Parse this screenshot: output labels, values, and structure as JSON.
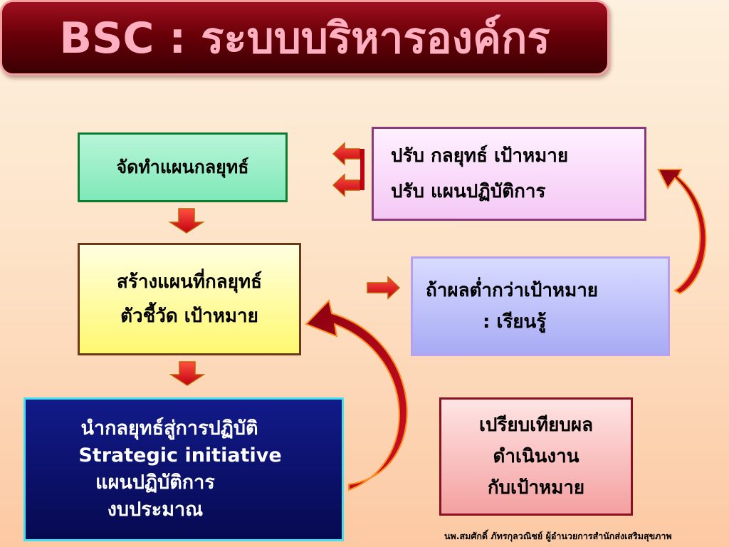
{
  "title": "BSC : ระบบบริหารองค์กร",
  "boxes": {
    "plan": "จัดทำแผนกลยุทธ์",
    "adjust": [
      "ปรับ กลยุทธ์ เป้าหมาย",
      "ปรับ แผนปฏิบัติการ"
    ],
    "strategy_map": [
      "สร้างแผนที่กลยุทธ์",
      "ตัวชี้วัด เป้าหมาย"
    ],
    "learn": [
      "ถ้าผลต่ำกว่าเป้าหมาย",
      ": เรียนรู้"
    ],
    "action": [
      "นำกลยุทธ์สู่การปฏิบัติ",
      "Strategic initiative",
      "แผนปฏิบัติการ",
      "งบประมาณ"
    ],
    "compare": [
      "เปรียบเทียบผล",
      "ดำเนินงาน",
      "กับเป้าหมาย"
    ]
  },
  "footer": "นพ.สมศักดิ์  ภัทรกุลวณิชย์ ผู้อำนวยการสำนักส่งเสริมสุขภาพ"
}
